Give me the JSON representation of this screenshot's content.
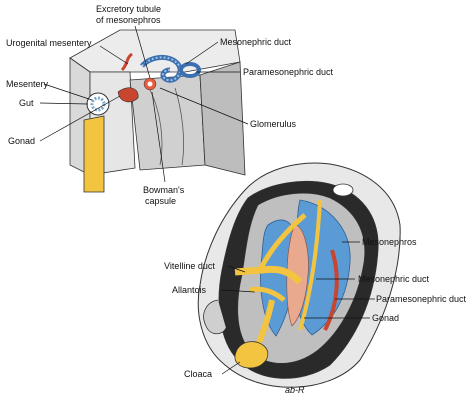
{
  "labels": {
    "excretory_tubule_line1": "Excretory tubule",
    "excretory_tubule_line2": "of mesonephros",
    "urogenital_mesentery": "Urogenital mesentery",
    "mesonephric_duct_top": "Mesonephric duct",
    "paramesonephric_duct_top": "Paramesonephric duct",
    "mesentery": "Mesentery",
    "gut": "Gut",
    "gonad_top": "Gonad",
    "glomerulus": "Glomerulus",
    "bowmans_line1": "Bowman's",
    "bowmans_line2": "capsule",
    "mesonephros": "Mesonephros",
    "vitelline_duct": "Vitelline duct",
    "allantois": "Allantois",
    "mesonephric_duct_bottom": "Mesonephric duct",
    "paramesonephric_duct_bottom": "Paramesonephric duct",
    "gonad_bottom": "Gonad",
    "cloaca": "Cloaca",
    "signature": "ab-R"
  },
  "colors": {
    "background": "#1a1a1a",
    "panel": "#ffffff",
    "tissue_gray": "#cfcfcf",
    "tissue_light": "#ececec",
    "mesonephros_blue": "#5b9bd5",
    "mesonephric_duct_yellow": "#f3c440",
    "gonad_salmon": "#e9a98f",
    "paramesonephric_red": "#c8452f",
    "gut_blue": "#7aa7cc"
  }
}
